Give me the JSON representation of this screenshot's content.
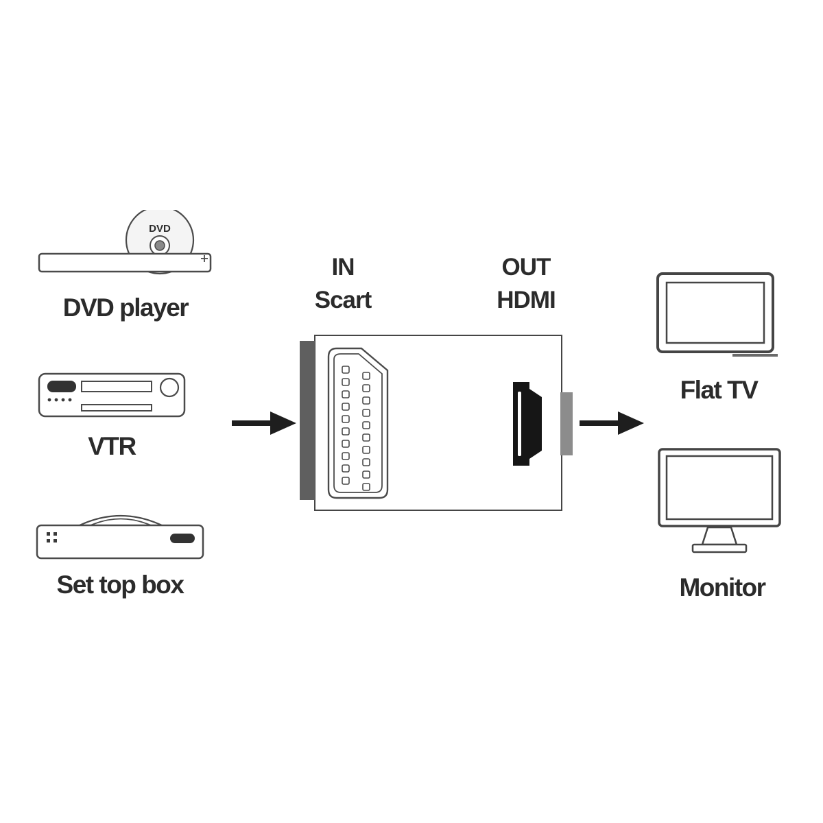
{
  "diagram": {
    "title_hint": "Scart to HDMI adapter connection diagram",
    "sources": [
      {
        "label": "DVD player"
      },
      {
        "label": "VTR"
      },
      {
        "label": "Set top box"
      }
    ],
    "dvd_disc_text": "DVD",
    "adapter": {
      "in_label_line1": "IN",
      "in_label_line2": "Scart",
      "out_label_line1": "OUT",
      "out_label_line2": "HDMI"
    },
    "outputs": [
      {
        "label": "Flat TV"
      },
      {
        "label": "Monitor"
      }
    ],
    "colors": {
      "stroke": "#4a4a4a",
      "text": "#2b2b2b",
      "scart_plug_bar": "#5f5f5f",
      "hdmi_side_bar": "#8c8c8c",
      "hdmi_plug": "#161616"
    }
  }
}
